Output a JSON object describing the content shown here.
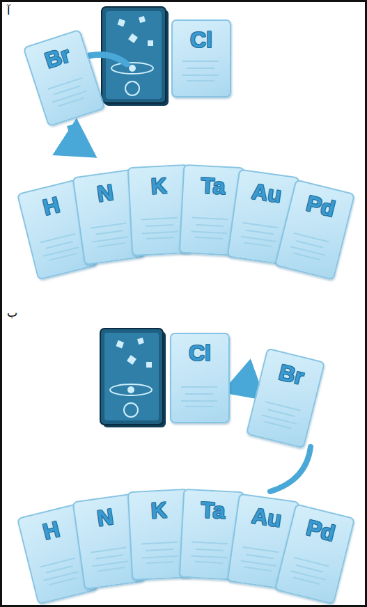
{
  "diagram": {
    "nodes": [
      {
        "text": [
          "Br"
        ]
      },
      {
        "text": [
          "Cl"
        ]
      },
      {
        "text": [
          "H"
        ]
      },
      {
        "text": [
          "N"
        ]
      },
      {
        "text": [
          "K"
        ]
      },
      {
        "text": [
          "Ta"
        ]
      },
      {
        "text": [
          "Au"
        ]
      },
      {
        "text": [
          "Pd"
        ]
      },
      {
        "text": [
          "Cl"
        ]
      },
      {
        "text": [
          "Br"
        ]
      },
      {
        "text": [
          "H"
        ]
      },
      {
        "text": [
          "N"
        ]
      },
      {
        "text": [
          "K"
        ]
      },
      {
        "text": [
          "Ta"
        ]
      },
      {
        "text": [
          "Au"
        ]
      },
      {
        "text": [
          "Pd"
        ]
      }
    ],
    "edges": [
      {
        "from": 9,
        "to": 8,
        "arrow": "to"
      }
    ],
    "labels": [
      "آ",
      "ب"
    ]
  }
}
